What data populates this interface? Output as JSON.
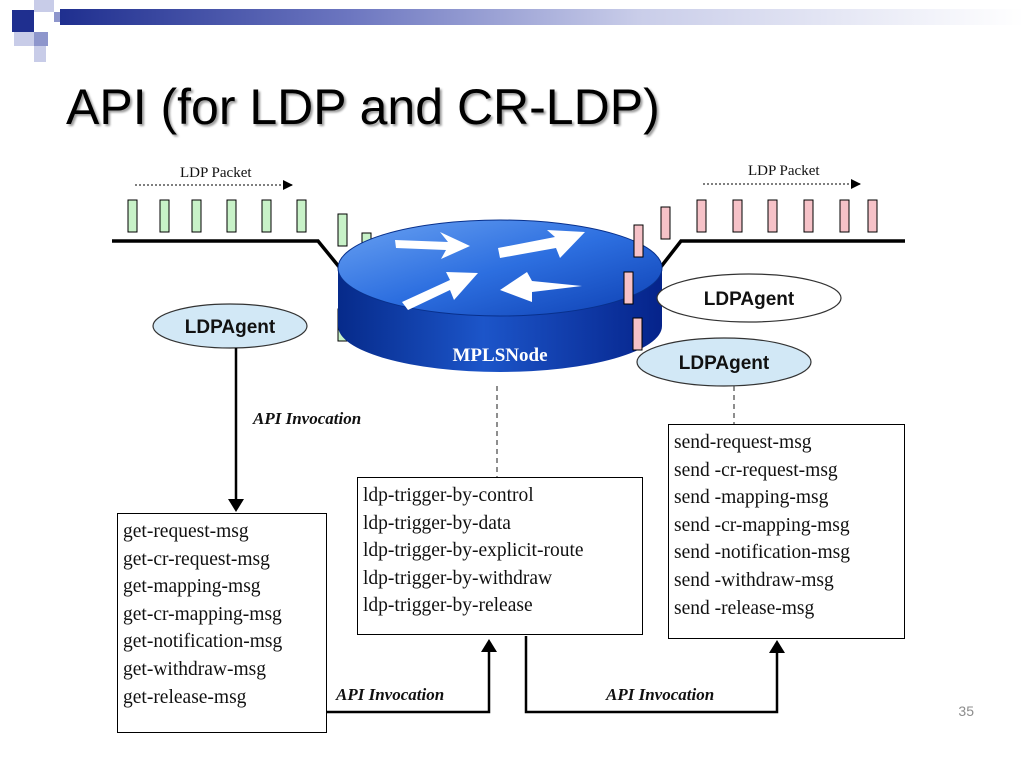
{
  "slide": {
    "title": "API (for LDP and CR-LDP)",
    "page_number": "35"
  },
  "diagram": {
    "packet_left_label": "LDP Packet",
    "packet_right_label": "LDP Packet",
    "node_label": "MPLSNode",
    "agent_left": "LDPAgent",
    "agent_right_top": "LDPAgent",
    "agent_right_bottom": "LDPAgent",
    "api_invocation_left": "API Invocation",
    "api_invocation_bottom_left": "API Invocation",
    "api_invocation_bottom_right": "API Invocation",
    "get_box": [
      "get-request-msg",
      "get-cr-request-msg",
      "get-mapping-msg",
      "get-cr-mapping-msg",
      "get-notification-msg",
      "get-withdraw-msg",
      "get-release-msg"
    ],
    "trigger_box": [
      "ldp-trigger-by-control",
      "ldp-trigger-by-data",
      "ldp-trigger-by-explicit-route",
      "ldp-trigger-by-withdraw",
      "ldp-trigger-by-release"
    ],
    "send_box": [
      "send-request-msg",
      "send -cr-request-msg",
      "send -mapping-msg",
      "send -cr-mapping-msg",
      "send -notification-msg",
      "send -withdraw-msg",
      "send -release-msg"
    ],
    "colors": {
      "packet_in": "#c6f0c6",
      "packet_out": "#f6c2c8",
      "router_blue": "#1f5fd6",
      "agent_fill": "#d2e8f6",
      "title_bar": "#1f2f8f"
    }
  }
}
